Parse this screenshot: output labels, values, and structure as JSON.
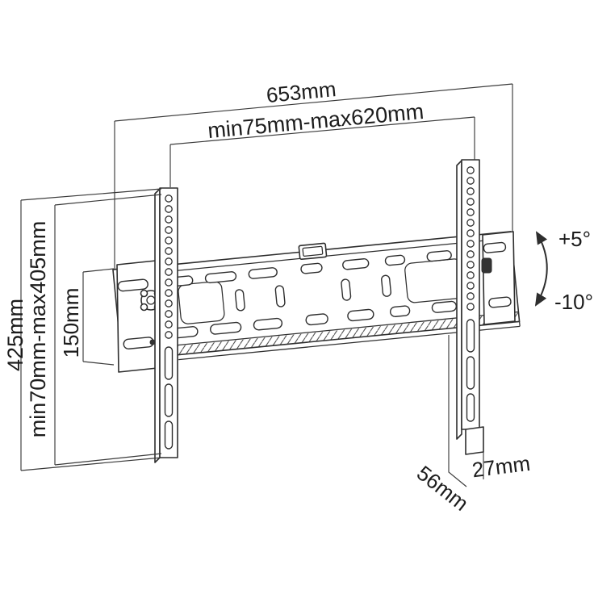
{
  "diagram": {
    "kind": "tilting-tv-wall-mount-dimension-drawing",
    "colors": {
      "background": "#ffffff",
      "line": "#2e2e2e",
      "dimension_line": "#3a3a3a",
      "text": "#1c1c1c"
    },
    "labels": {
      "overall_width": "653mm",
      "vesa_width_range": "min75mm-max620mm",
      "bracket_height": "425mm",
      "vesa_height_range": "min70mm-max405mm",
      "plate_height": "150mm",
      "tilt_up": "+5°",
      "tilt_down": "-10°",
      "depth_front": "27mm",
      "depth_total": "56mm"
    }
  }
}
